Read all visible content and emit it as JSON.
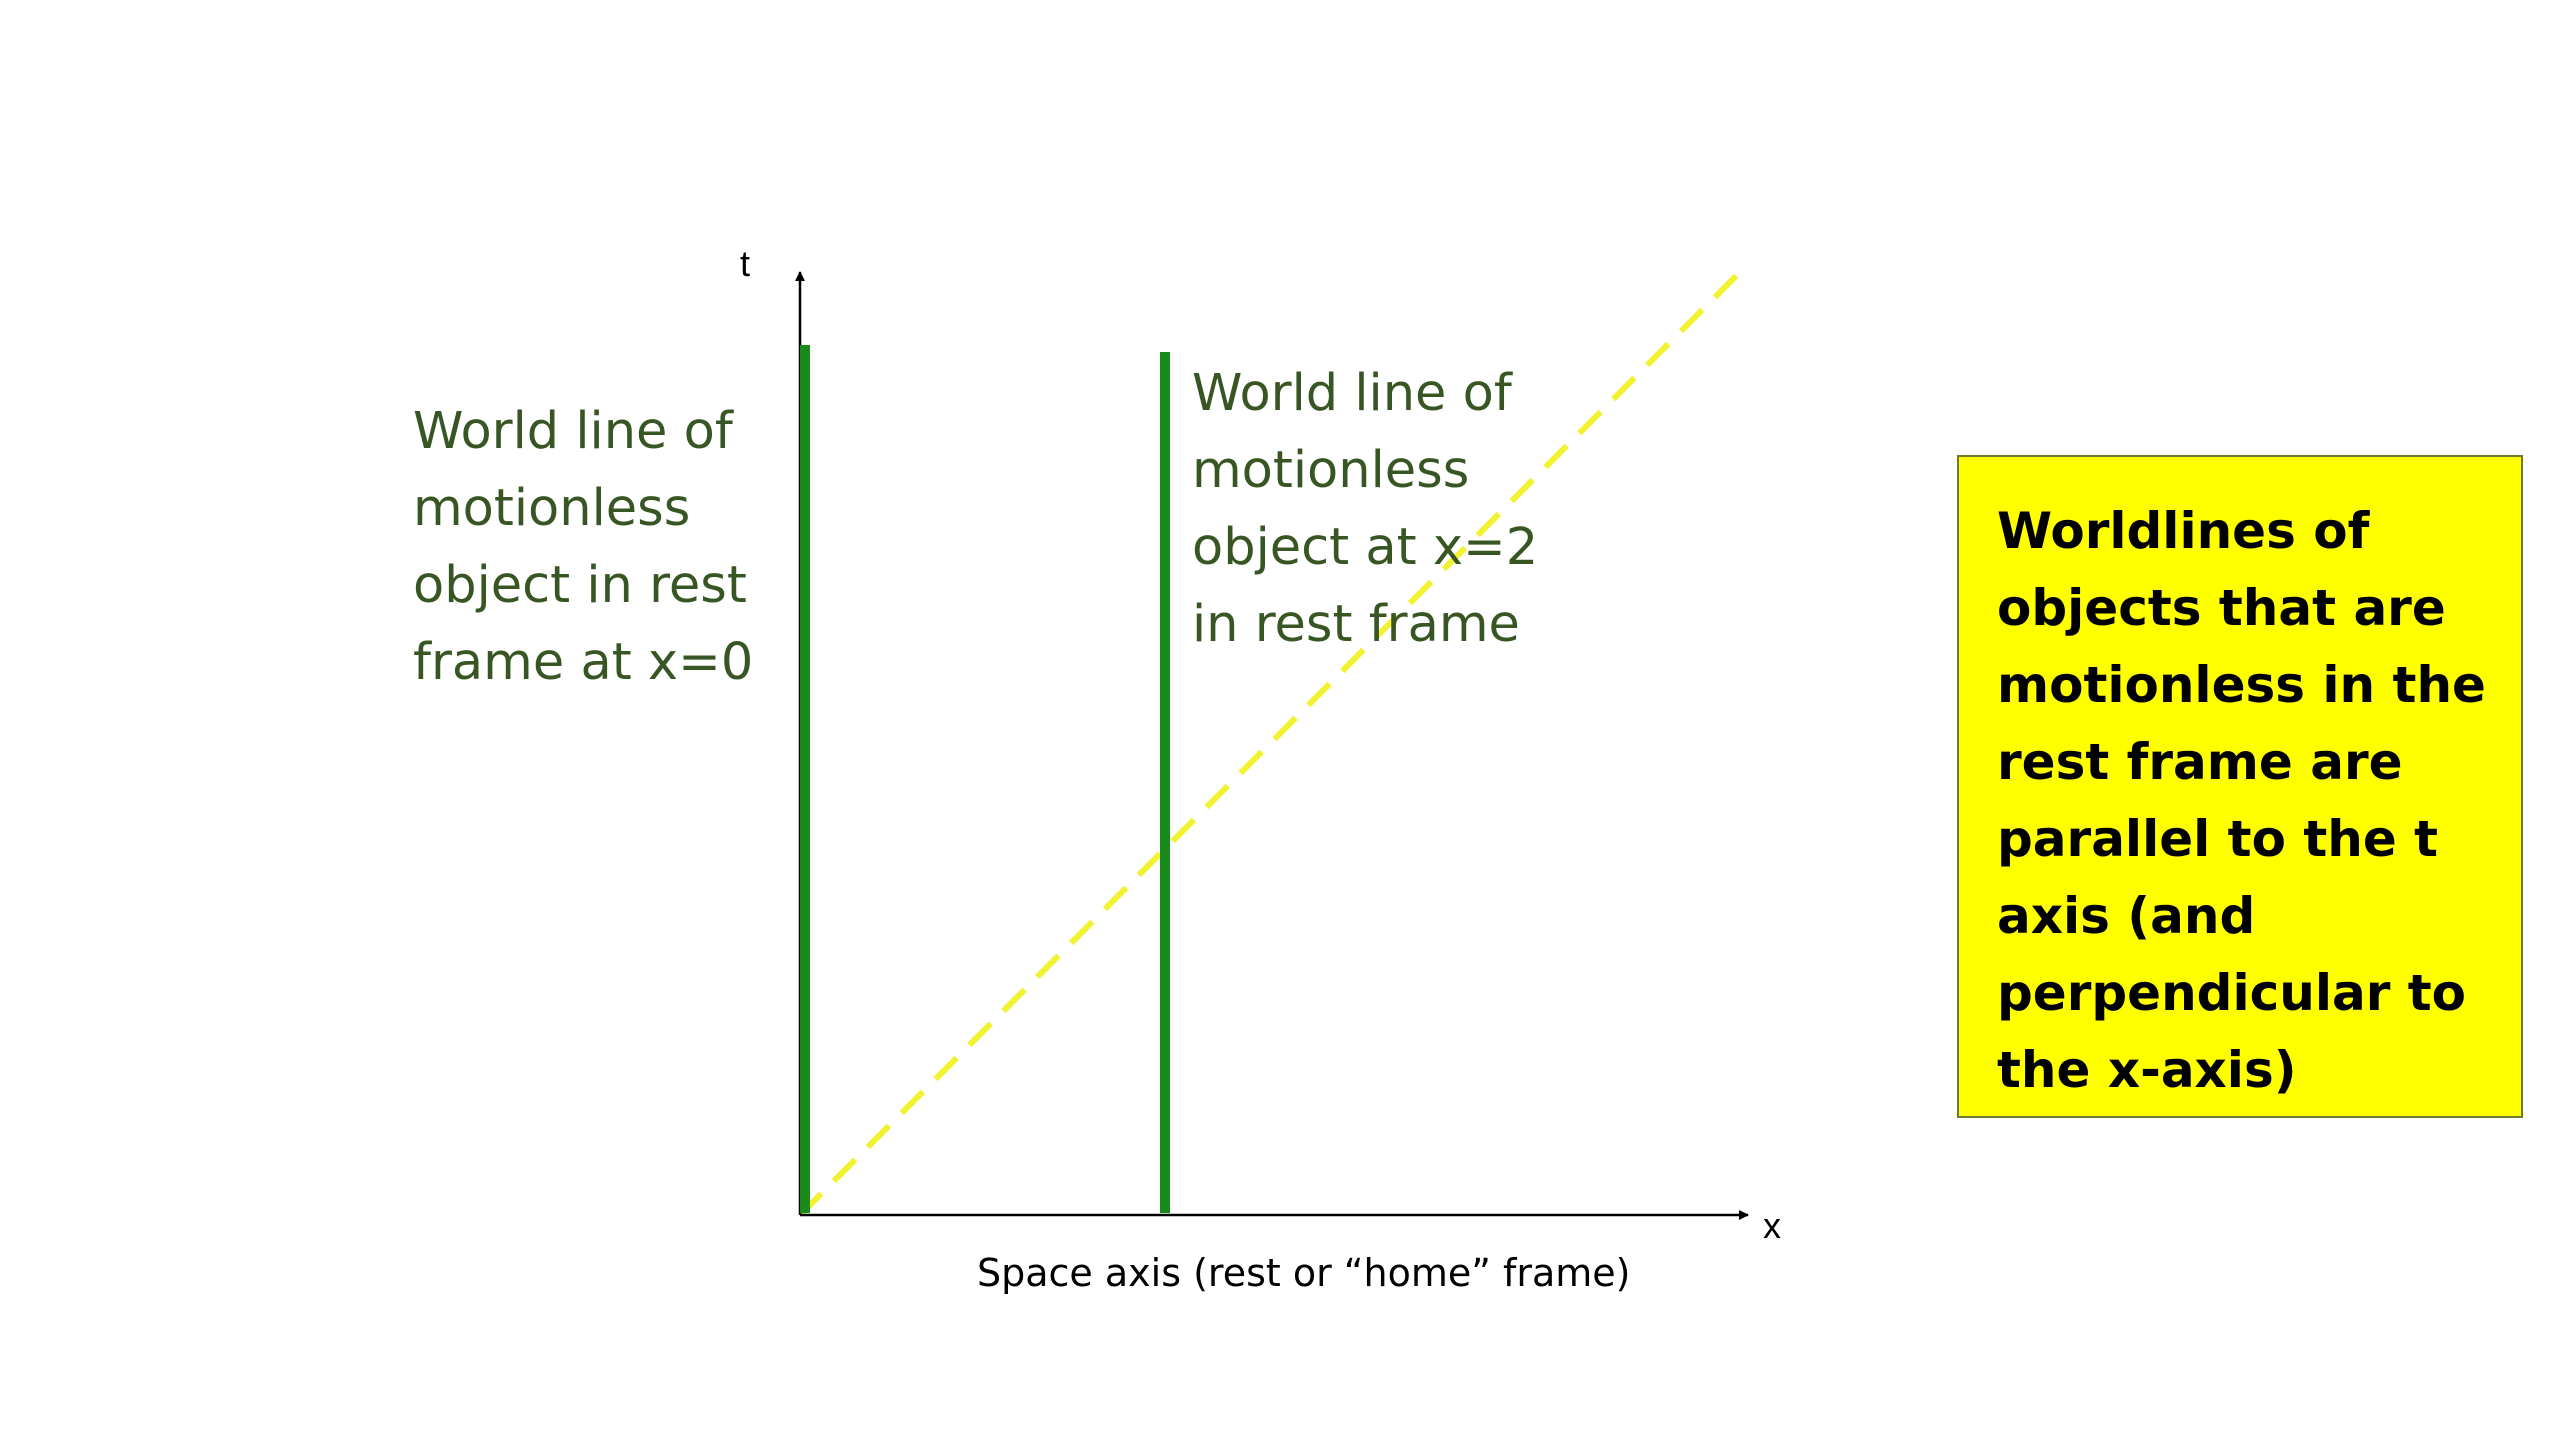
{
  "diagram": {
    "axes": {
      "t_label": "t",
      "x_label": "x",
      "x_axis_caption": "Space axis (rest or “home” frame)"
    },
    "worldline_x0": {
      "label_lines": [
        "World line of",
        "motionless",
        "object in rest",
        "frame at x=0"
      ]
    },
    "worldline_x2": {
      "label_lines": [
        "World line of",
        "motionless",
        "object at x=2",
        "in rest frame"
      ]
    },
    "colors": {
      "worldline": "#1a8a1a",
      "light_line": "#f2f230",
      "label_text": "#375623",
      "axis": "#000000",
      "note_background": "#ffff00"
    }
  },
  "note": {
    "lines": [
      "Worldlines of",
      "objects that are",
      "motionless in the",
      "rest frame are",
      "parallel to the t",
      "axis (and",
      "perpendicular to",
      "the x-axis)"
    ]
  }
}
